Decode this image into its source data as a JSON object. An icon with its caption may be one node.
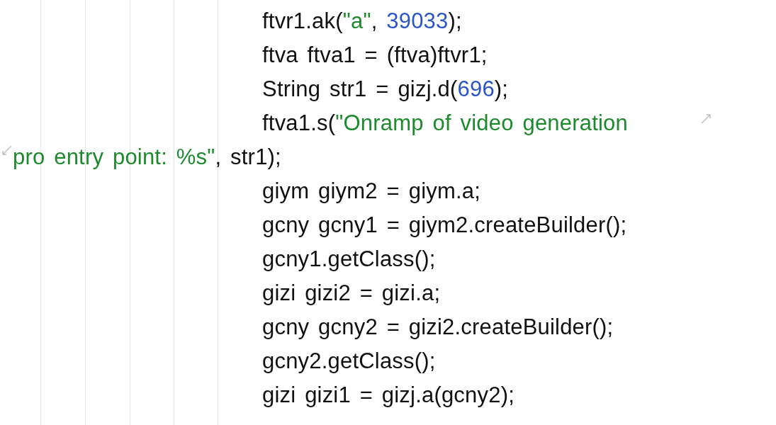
{
  "diagram": {
    "labels": [
      "ftvr1.ak(\"a\", 39033);",
      "ftva ftva1 = (ftva)ftvr1;",
      "String str1 = gizj.d(696);",
      "ftva1.s(\"Onramp of video generation",
      "pro entry point: %s\", str1);",
      "giym giym2 = giym.a;",
      "gcny gcny1 = giym2.createBuilder();",
      "gcny1.getClass();",
      "gizi gizi2 = gizi.a;",
      "gcny gcny2 = gizi2.createBuilder();",
      "gcny2.getClass();",
      "gizi gizi1 = gizj.a(gcny2);"
    ]
  }
}
